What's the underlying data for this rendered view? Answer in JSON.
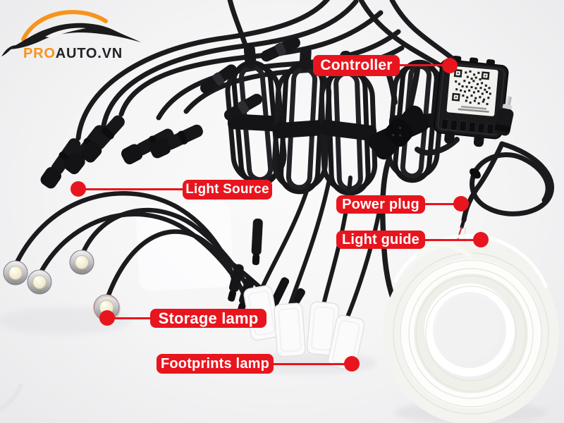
{
  "logo": {
    "brand_primary": "PRO",
    "brand_secondary": "AUTO.VN"
  },
  "labels": {
    "controller": "Controller",
    "light_source": "Light Source",
    "power_plug": "Power plug",
    "light_guide": "Light guide",
    "storage_lamp": "Storage lamp",
    "footprints_lamp": "Footprints lamp"
  },
  "colors": {
    "label_red": "#e8151e",
    "logo_orange": "#f7941d",
    "cable_black": "#1b1b1e",
    "light_guide_white": "#f7f7f4"
  }
}
